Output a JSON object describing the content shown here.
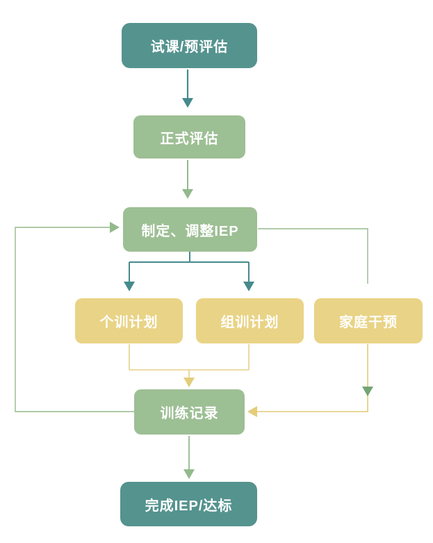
{
  "diagram": {
    "type": "flowchart",
    "title": "IEP training process flowchart",
    "background": "#ffffff",
    "colors": {
      "teal_node": "#55938f",
      "green_node": "#9dbf94",
      "yellow_node": "#e9d386",
      "teal_arrow": "#468a8c",
      "green_arrow": "#93ba8c",
      "yellow_arrow": "#e6d189",
      "merge_arrowhead_green": "#74a474",
      "node_text": "#ffffff"
    },
    "nodes": [
      {
        "id": "trial",
        "label": "试课/预评估",
        "color_role": "teal"
      },
      {
        "id": "formal",
        "label": "正式评估",
        "color_role": "green"
      },
      {
        "id": "iep",
        "label": "制定、调整IEP",
        "color_role": "green"
      },
      {
        "id": "individual",
        "label": "个训计划",
        "color_role": "yellow"
      },
      {
        "id": "group",
        "label": "组训计划",
        "color_role": "yellow"
      },
      {
        "id": "family",
        "label": "家庭干预",
        "color_role": "yellow"
      },
      {
        "id": "records",
        "label": "训练记录",
        "color_role": "green"
      },
      {
        "id": "complete",
        "label": "完成IEP/达标",
        "color_role": "teal"
      }
    ],
    "edges": [
      {
        "from": "试课/预评估",
        "to": "正式评估",
        "color": "#468a8c"
      },
      {
        "from": "正式评估",
        "to": "制定、调整IEP",
        "color": "#93ba8c"
      },
      {
        "from": "制定、调整IEP",
        "to": "个训计划",
        "color": "#468a8c"
      },
      {
        "from": "制定、调整IEP",
        "to": "组训计划",
        "color": "#468a8c"
      },
      {
        "from": "制定、调整IEP",
        "to": "家庭干预",
        "color": "#93ba8c"
      },
      {
        "from": "个训计划",
        "to": "训练记录",
        "color": "#e6d189"
      },
      {
        "from": "组训计划",
        "to": "训练记录",
        "color": "#e6d189"
      },
      {
        "from": "家庭干预",
        "to": "训练记录",
        "color": "#e6d189"
      },
      {
        "from": "训练记录",
        "to": "制定、调整IEP",
        "color": "#93ba8c",
        "note": "feedback loop"
      },
      {
        "from": "训练记录",
        "to": "完成IEP/达标",
        "color": "#93ba8c"
      }
    ]
  }
}
